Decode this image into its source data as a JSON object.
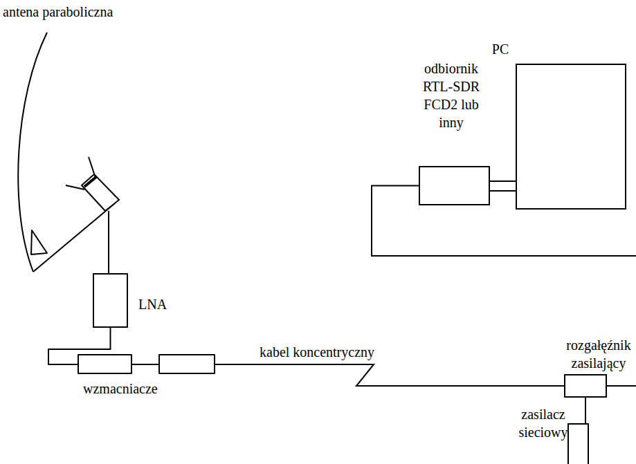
{
  "diagram": {
    "nodes": [
      {
        "text": [
          "PC"
        ]
      },
      {
        "text": [
          "odbiornik RTL-SDR FCD2 lub inny"
        ]
      },
      {
        "text": [
          "LNA"
        ]
      },
      {
        "text": [
          "rozgałęźnik zasilający"
        ]
      },
      {
        "text": [
          "zasilacz sieciowy"
        ]
      }
    ],
    "edges": [
      {
        "from": 1,
        "to": 0,
        "arrow": "none"
      },
      {
        "from": 2,
        "to": 3,
        "arrow": "none"
      },
      {
        "from": 1,
        "to": 3,
        "arrow": "none"
      },
      {
        "from": 3,
        "to": 4,
        "arrow": "none"
      }
    ],
    "labels": [
      "antena paraboliczna",
      "kabel koncentryczny",
      "wzmacniacze"
    ]
  }
}
